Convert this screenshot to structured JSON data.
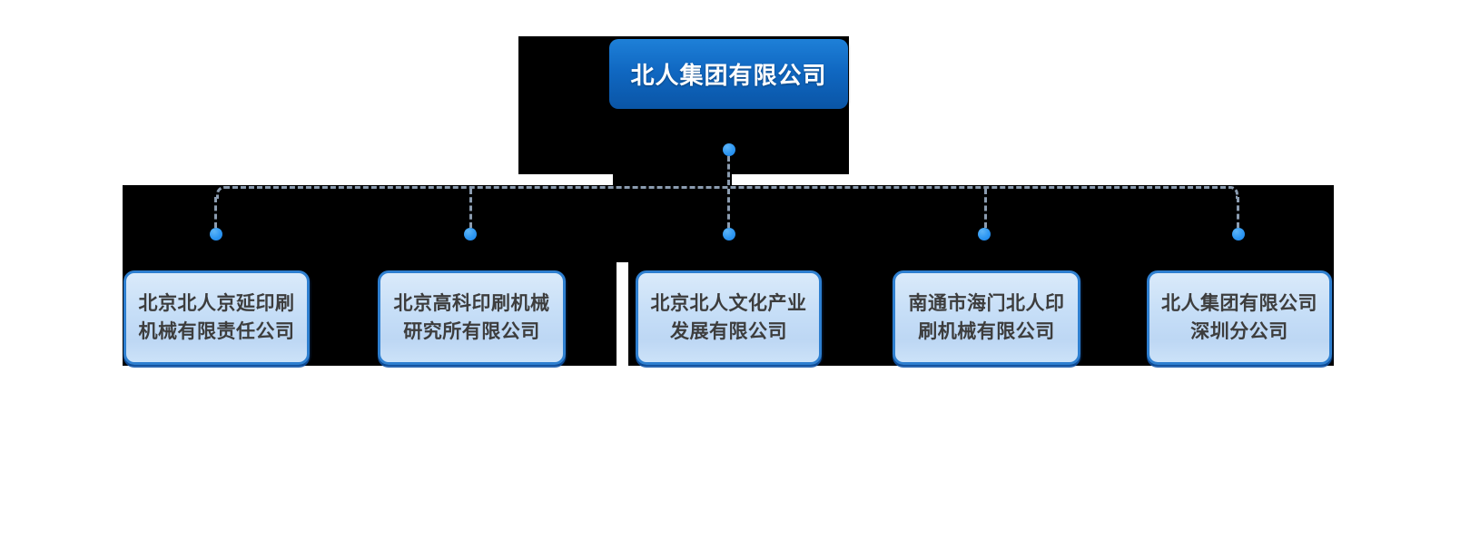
{
  "chart_data": {
    "type": "org-chart",
    "root": {
      "name": "北人集团有限公司"
    },
    "subsidiaries": [
      {
        "name": "北京北人京延印刷机械有限责任公司",
        "lines": [
          "北京北人京延印刷",
          "机械有限责任公司"
        ]
      },
      {
        "name": "北京高科印刷机械研究所有限公司",
        "lines": [
          "北京高科印刷机械",
          "研究所有限公司"
        ]
      },
      {
        "name": "北京北人文化产业发展有限公司",
        "lines": [
          "北京北人文化产业",
          "发展有限公司"
        ]
      },
      {
        "name": "南通市海门北人印刷机械有限公司",
        "lines": [
          "南通市海门北人印",
          "刷机械有限公司"
        ]
      },
      {
        "name": "北人集团有限公司深圳分公司",
        "lines": [
          "北人集团有限公司",
          "深圳分公司"
        ]
      }
    ],
    "layout_hint": "one root node connected by dashed lines with blue dot nodes to five child boxes in a single row"
  },
  "colors": {
    "root_box_gradient_top": "#1e80d8",
    "root_box_gradient_bottom": "#0a55a6",
    "root_text": "#ffffff",
    "subsidiary_border": "#2e7fd0",
    "subsidiary_fill_top": "#daeafa",
    "subsidiary_fill_bottom": "#cce2f8",
    "subsidiary_text": "#3d3d3d",
    "connector_dash": "#8b9cb0",
    "node_dot": "#2e97f2",
    "backdrop": "#000000",
    "page_background": "#ffffff"
  }
}
